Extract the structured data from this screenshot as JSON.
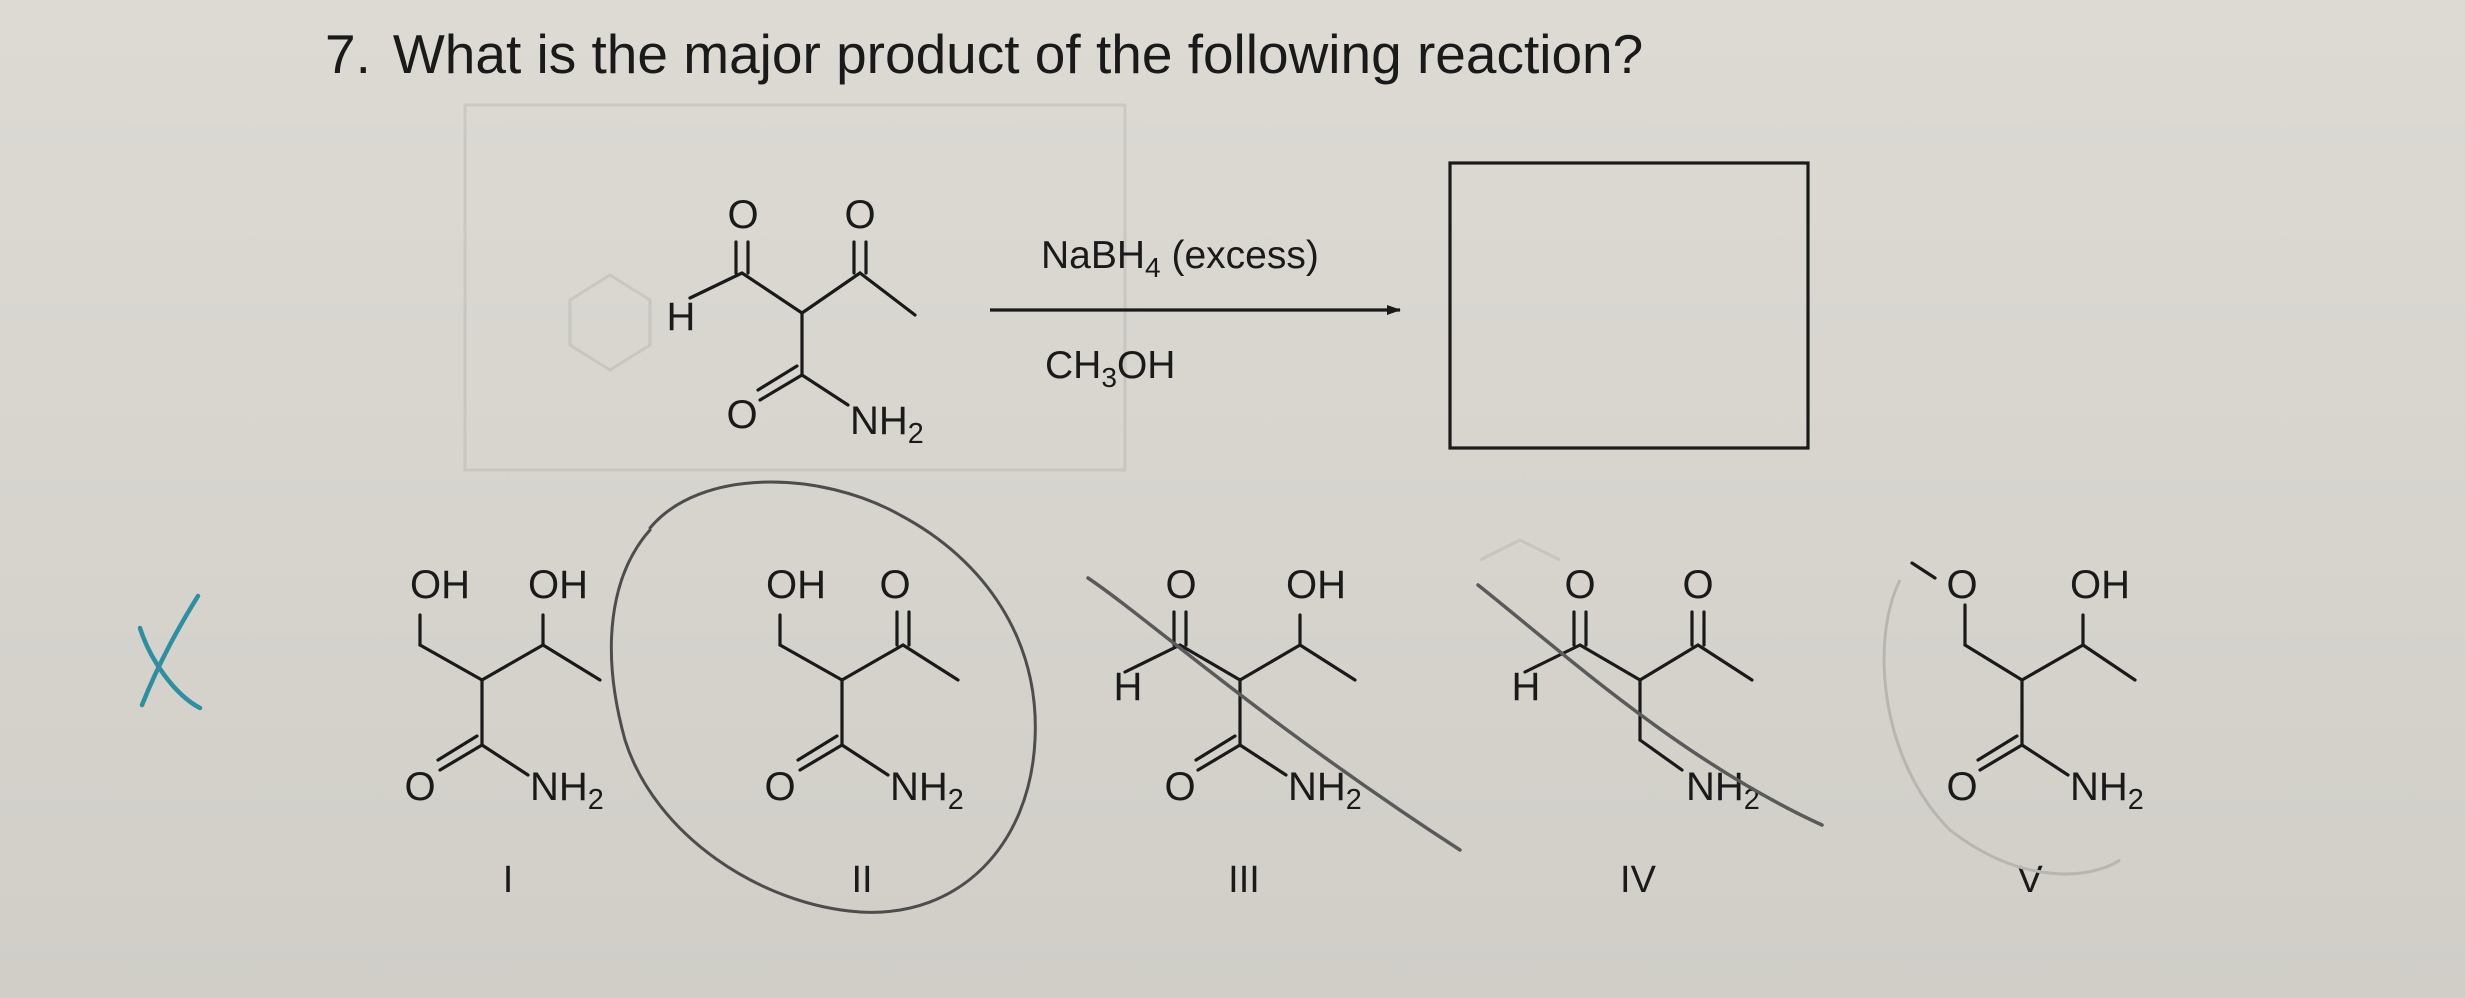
{
  "question": {
    "number": "7.",
    "text": "What is the major product of the following reaction?"
  },
  "reaction": {
    "reagent_top": "NaBH4 (excess)",
    "reagent_bottom": "CH3OH"
  },
  "atoms": {
    "H": "H",
    "O": "O",
    "OH": "OH",
    "NH2": "NH2",
    "subscript_4": "4",
    "subscript_3": "3",
    "subscript_2": "2"
  },
  "choices": [
    {
      "label": "I"
    },
    {
      "label": "II"
    },
    {
      "label": "III"
    },
    {
      "label": "IV"
    },
    {
      "label": "V"
    }
  ],
  "handwriting": {
    "mark": "X",
    "ink_color": "#2f8ea0",
    "pencil_color": "#5a5a5a"
  },
  "colors": {
    "background": "#d8d6cf",
    "ink": "#1a1a1a"
  }
}
